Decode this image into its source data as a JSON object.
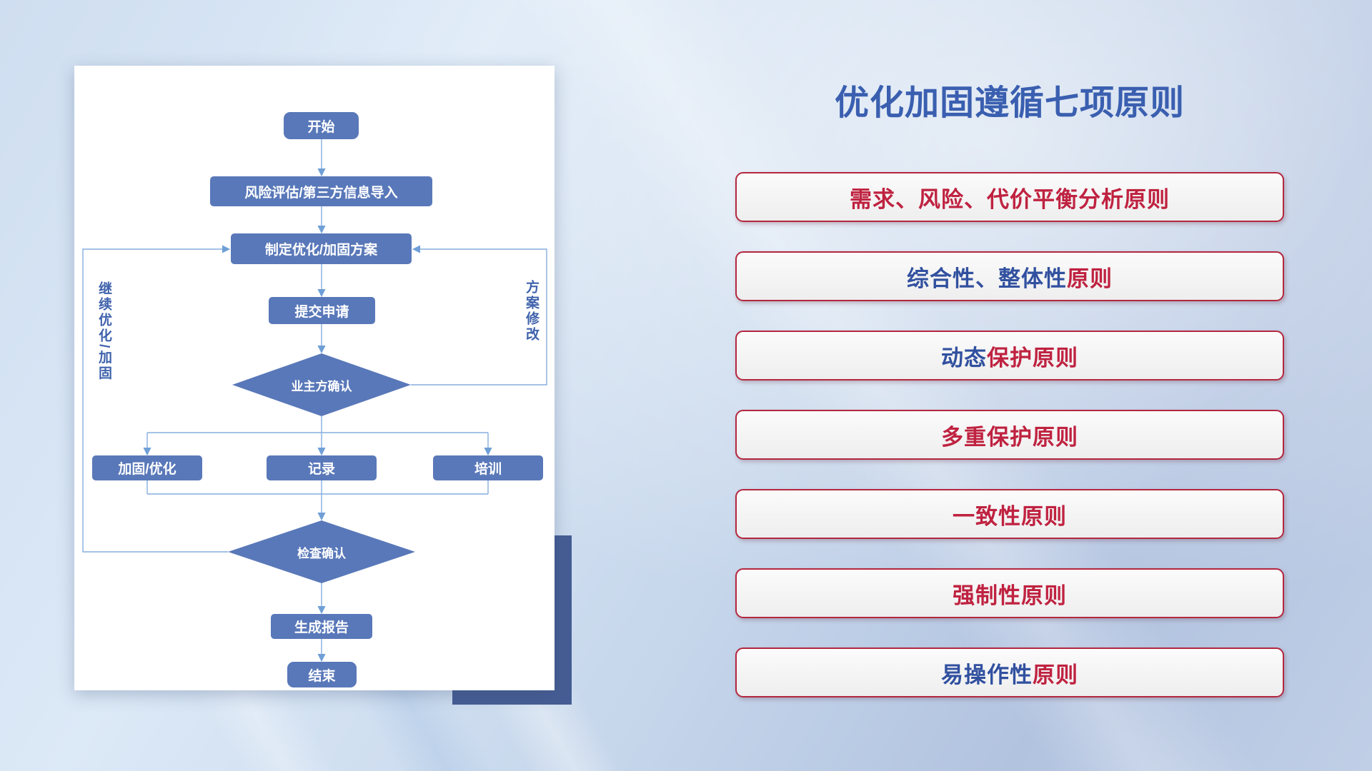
{
  "title": "优化加固遵循七项原则",
  "principles": [
    {
      "segments": [
        {
          "text": "需求、风险、代价平衡分析原则",
          "color": "red"
        }
      ]
    },
    {
      "segments": [
        {
          "text": "综合性、整体性",
          "color": "blue"
        },
        {
          "text": "原则",
          "color": "red"
        }
      ]
    },
    {
      "segments": [
        {
          "text": "动态",
          "color": "blue"
        },
        {
          "text": "保护原则",
          "color": "red"
        }
      ]
    },
    {
      "segments": [
        {
          "text": "多重保护原则",
          "color": "red"
        }
      ]
    },
    {
      "segments": [
        {
          "text": "一致性原则",
          "color": "red"
        }
      ]
    },
    {
      "segments": [
        {
          "text": "强制性原则",
          "color": "red"
        }
      ]
    },
    {
      "segments": [
        {
          "text": "易操作性",
          "color": "blue"
        },
        {
          "text": "原则",
          "color": "red"
        }
      ]
    }
  ],
  "flowchart": {
    "start": "开始",
    "risk_import": "风险评估/第三方信息导入",
    "plan": "制定优化/加固方案",
    "submit": "提交申请",
    "owner_confirm": "业主方确认",
    "reinforce": "加固/优化",
    "record": "记录",
    "training": "培训",
    "check_confirm": "检查确认",
    "report": "生成报告",
    "end": "结束",
    "left_loop_label": "继续优化/加固",
    "right_loop_label": "方案修改"
  },
  "colors": {
    "principle-red": "#bf2240",
    "principle-blue": "#31509f",
    "title-blue": "#3a5fb0",
    "node-blue": "#5978b9",
    "line-blue": "#85aede",
    "arrow-blue": "#6f9fd6",
    "accent-navy": "#455d94",
    "side-label-blue": "#3f62ac",
    "border-red": "#b3273f"
  }
}
